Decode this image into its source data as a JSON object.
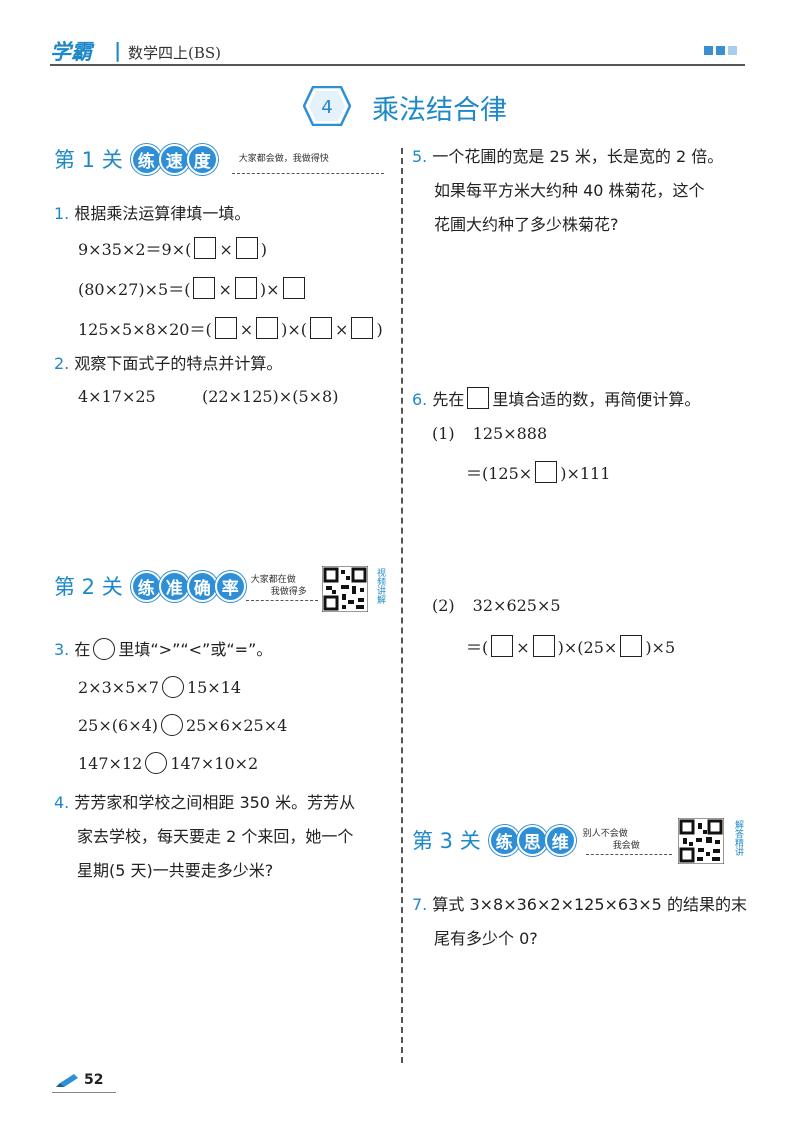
{
  "header": {
    "brand": "学霸",
    "book": "数学四上(BS)"
  },
  "title": {
    "number": "4",
    "text": "乘法结合律"
  },
  "section1": {
    "title": "第 1 关",
    "chars": [
      "练",
      "速",
      "度"
    ],
    "note": "大家都会做，我做得快"
  },
  "section2": {
    "title": "第 2 关",
    "chars": [
      "练",
      "准",
      "确",
      "率"
    ],
    "note1": "大家都在做",
    "note2": "我做得多",
    "qr_label": "视频讲解"
  },
  "section3": {
    "title": "第 3 关",
    "chars": [
      "练",
      "思",
      "维"
    ],
    "note1": "别人不会做",
    "note2": "我会做",
    "qr_label": "解答精讲"
  },
  "q1": {
    "num": "1.",
    "text": "根据乘法运算律填一填。",
    "lines": [
      "9×35×2＝9×(",
      "×",
      ")",
      "(80×27)×5＝(",
      "×",
      ")×",
      "125×5×8×20＝(",
      "×",
      ")×(",
      "×",
      ")"
    ]
  },
  "q2": {
    "num": "2.",
    "text": "观察下面式子的特点并计算。",
    "expr1": "4×17×25",
    "expr2": "(22×125)×(5×8)"
  },
  "q3": {
    "num": "3.",
    "text_a": "在",
    "text_b": "里填“>”“<”或“=”。",
    "items": [
      {
        "left": "2×3×5×7",
        "right": "15×14"
      },
      {
        "left": "25×(6×4)",
        "right": "25×6×25×4"
      },
      {
        "left": "147×12",
        "right": "147×10×2"
      }
    ]
  },
  "q4": {
    "num": "4.",
    "lines": [
      "芳芳家和学校之间相距 350 米。芳芳从",
      "家去学校，每天要走 2 个来回，她一个",
      "星期(5 天)一共要走多少米?"
    ]
  },
  "q5": {
    "num": "5.",
    "lines": [
      "一个花圃的宽是 25 米，长是宽的 2 倍。",
      "如果每平方米大约种 40 株菊花，这个",
      "花圃大约种了多少株菊花?"
    ]
  },
  "q6": {
    "num": "6.",
    "text_a": "先在",
    "text_b": "里填合适的数，再简便计算。",
    "p1_label": "(1)",
    "p1_expr": "125×888",
    "p1_step_a": "＝(125×",
    "p1_step_b": ")×111",
    "p2_label": "(2)",
    "p2_expr": "32×625×5",
    "p2_step": [
      "＝(",
      "×",
      ")×(25×",
      ")×5"
    ]
  },
  "q7": {
    "num": "7.",
    "lines": [
      "算式 3×8×36×2×125×63×5 的结果的末",
      "尾有多少个 0?"
    ]
  },
  "footer": {
    "page": "52"
  }
}
